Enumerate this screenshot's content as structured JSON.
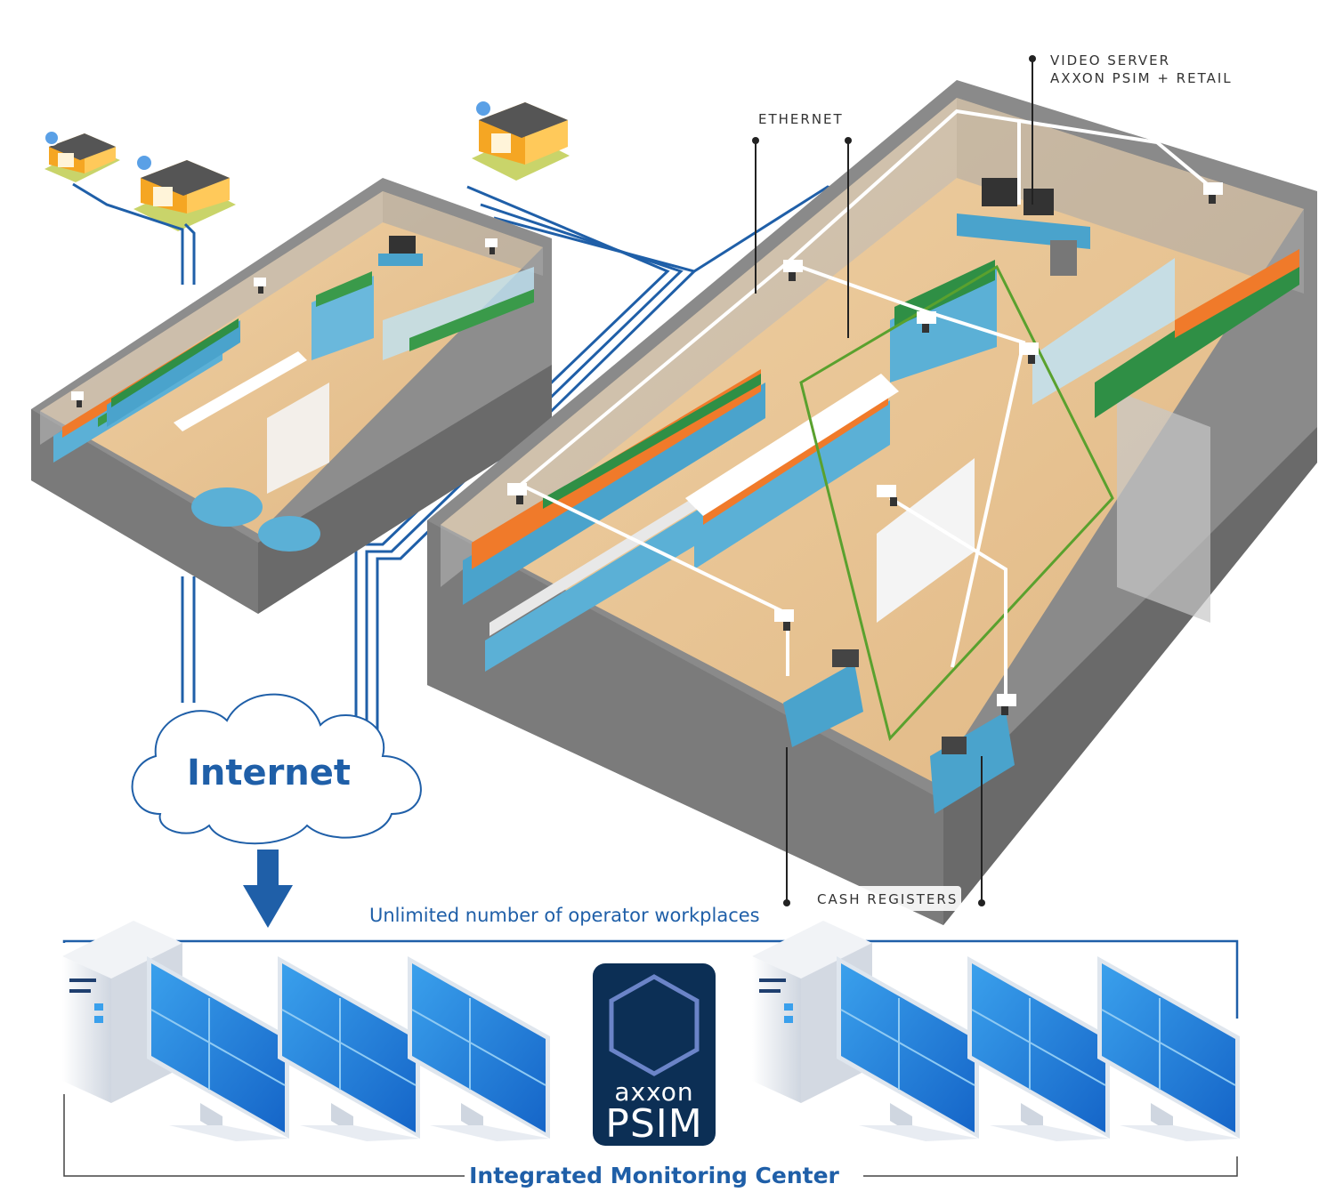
{
  "labels": {
    "video_server_line1": "VIDEO SERVER",
    "video_server_line2": "AXXON PSIM + RETAIL",
    "ethernet": "ETHERNET",
    "cash_registers": "CASH REGISTERS",
    "internet": "Internet",
    "operator_workplaces": "Unlimited number of operator workplaces",
    "monitoring_center": "Integrated Monitoring Center"
  },
  "logo": {
    "line1": "axxon",
    "line2": "PSIM"
  },
  "colors": {
    "link_blue": "#1f5fa8",
    "logo_bg": "#0c2f55",
    "floor": "#e7c293",
    "wall": "#9a9a9a",
    "ethernet_white": "#ffffff",
    "zone_green": "#5aa12e",
    "shop_orange": "#f5a623"
  }
}
